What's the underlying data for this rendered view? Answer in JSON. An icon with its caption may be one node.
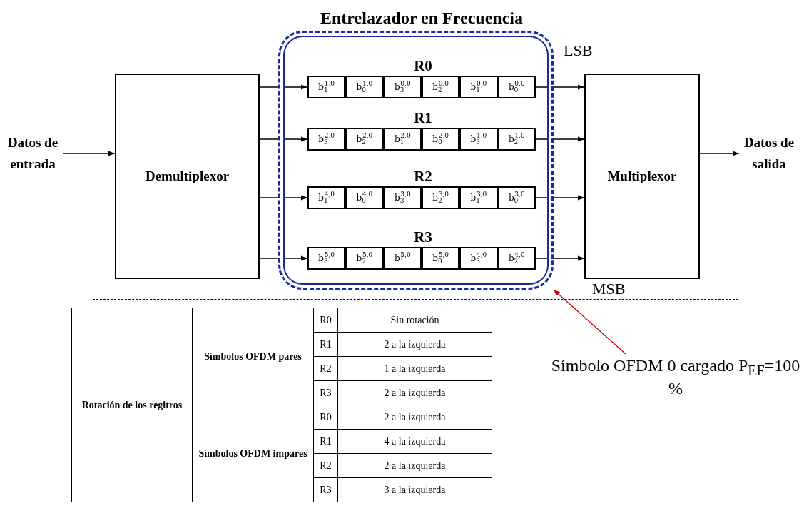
{
  "diagram": {
    "nodes": [
      {
        "text": [
          "Entrelazador en Frecuencia"
        ]
      },
      {
        "text": [
          "Datos de entrada"
        ]
      },
      {
        "text": [
          "Demultiplexor"
        ],
        "in": 0
      },
      {
        "text": [],
        "shape": "box",
        "in": 0
      },
      {
        "text": [
          "R0"
        ],
        "in": 3
      },
      {
        "text": [
          "b$_{1}$$^{1,0}$"
        ],
        "in": 4
      },
      {
        "text": [
          "b$_{0}$$^{1,0}$"
        ],
        "in": 4
      },
      {
        "text": [
          "b$_{3}$$^{0,0}$"
        ],
        "in": 4
      },
      {
        "text": [
          "b$_{2}$$^{0,0}$"
        ],
        "in": 4
      },
      {
        "text": [
          "b$_{1}$$^{0,0}$"
        ],
        "in": 4
      },
      {
        "text": [
          "b$_{0}$$^{0,0}$"
        ],
        "in": 4
      },
      {
        "text": [
          "R1"
        ],
        "in": 3
      },
      {
        "text": [
          "b$_{3}$$^{2,0}$"
        ],
        "in": 11
      },
      {
        "text": [
          "b$_{2}$$^{2,0}$"
        ],
        "in": 11
      },
      {
        "text": [
          "b$_{1}$$^{2,0}$"
        ],
        "in": 11
      },
      {
        "text": [
          "b$_{0}$$^{2,0}$"
        ],
        "in": 11
      },
      {
        "text": [
          "b$_{3}$$^{1,0}$"
        ],
        "in": 11
      },
      {
        "text": [
          "b$_{2}$$^{1,0}$"
        ],
        "in": 11
      },
      {
        "text": [
          "R2"
        ],
        "in": 3
      },
      {
        "text": [
          "b$_{1}$$^{4,0}$"
        ],
        "in": 18
      },
      {
        "text": [
          "b$_{0}$$^{4,0}$"
        ],
        "in": 18
      },
      {
        "text": [
          "b$_{3}$$^{3,0}$"
        ],
        "in": 18
      },
      {
        "text": [
          "b$_{2}$$^{3,0}$"
        ],
        "in": 18
      },
      {
        "text": [
          "b$_{1}$$^{3,0}$"
        ],
        "in": 18
      },
      {
        "text": [
          "b$_{0}$$^{3,0}$"
        ],
        "in": 18
      },
      {
        "text": [
          "R3"
        ],
        "in": 3
      },
      {
        "text": [
          "b$_{3}$$^{5,0}$"
        ],
        "in": 25
      },
      {
        "text": [
          "b$_{2}$$^{5,0}$"
        ],
        "in": 25
      },
      {
        "text": [
          "b$_{1}$$^{5,0}$"
        ],
        "in": 25
      },
      {
        "text": [
          "b$_{0}$$^{5,0}$"
        ],
        "in": 25
      },
      {
        "text": [
          "b$_{3}$$^{4,0}$"
        ],
        "in": 25
      },
      {
        "text": [
          "b$_{2}$$^{4,0}$"
        ],
        "in": 25
      },
      {
        "text": [
          "Multiplexor"
        ],
        "in": 0
      },
      {
        "text": [
          "Datos de salida"
        ]
      },
      {
        "text": [
          "Símbolo OFDM 0 cargado P$_{EF}$=100 %"
        ]
      }
    ],
    "edges": [
      {
        "from": 1,
        "to": 2,
        "arrow": "to"
      },
      {
        "from": 2,
        "to": 4,
        "arrow": "to"
      },
      {
        "from": 2,
        "to": 11,
        "arrow": "to"
      },
      {
        "from": 2,
        "to": 18,
        "arrow": "to"
      },
      {
        "from": 2,
        "to": 25,
        "arrow": "to"
      },
      {
        "from": 4,
        "to": 32,
        "arrow": "to"
      },
      {
        "from": 11,
        "to": 32,
        "arrow": "to"
      },
      {
        "from": 18,
        "to": 32,
        "arrow": "to"
      },
      {
        "from": 25,
        "to": 32,
        "arrow": "to"
      },
      {
        "from": 32,
        "to": 33,
        "arrow": "to"
      },
      {
        "from": 34,
        "to": 3,
        "arrow": "to",
        "color": "#cc0000"
      }
    ],
    "labels": [
      "LSB",
      "MSB",
      "Rotación de los regitros",
      "Símbolos OFDM pares",
      "R0",
      "Sin rotación",
      "R1",
      "2 a la izquierda",
      "R2",
      "1 a la izquierda",
      "R3",
      "2 a la izquierda",
      "Símbolos OFDM impares",
      "R0",
      "2 a la izquierda",
      "R1",
      "4 a la izquierda",
      "R2",
      "2 a la izquierda",
      "R3",
      "3 a la izquierda"
    ]
  }
}
